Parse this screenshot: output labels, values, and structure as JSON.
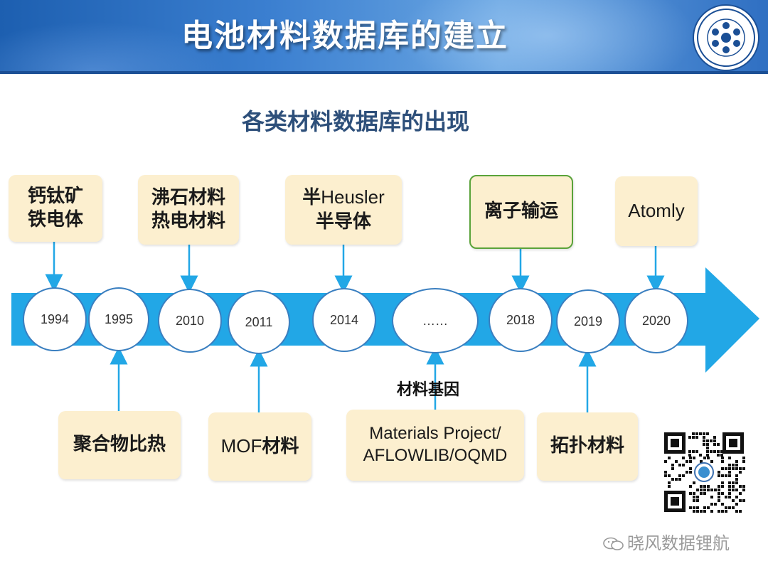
{
  "slide": {
    "title": "电池材料数据库的建立",
    "subtitle": "各类材料数据库的出现"
  },
  "timeline": {
    "years": [
      "1994",
      "1995",
      "2010",
      "2011",
      "2014",
      "……",
      "2018",
      "2019",
      "2020"
    ],
    "above": [
      {
        "year": "1994",
        "lines": [
          "钙钛矿",
          "铁电体"
        ]
      },
      {
        "year": "2010",
        "lines": [
          "沸石材料",
          "热电材料"
        ]
      },
      {
        "year": "2014",
        "line1_cjk": "半",
        "line1_latin": "Heusler",
        "line2": "半导体"
      },
      {
        "year": "2018",
        "lines": [
          "离子输运"
        ]
      },
      {
        "year": "2020",
        "lines": [
          "Atomly"
        ]
      }
    ],
    "below": [
      {
        "year": "1995",
        "lines": [
          "聚合物比热"
        ]
      },
      {
        "year": "2011",
        "latin": "MOF",
        "cjk": "材料"
      },
      {
        "year": "……",
        "label": "材料基因",
        "lines": [
          "Materials Project/",
          "AFLOWLIB/OQMD"
        ]
      },
      {
        "year": "2019",
        "lines": [
          "拓扑材料"
        ]
      }
    ]
  },
  "footer": {
    "watermark": "晓风数据锂航"
  },
  "colors": {
    "header_blue": "#2f6fc2",
    "arrow_blue": "#22a7e6",
    "box_fill": "#fcefcf",
    "box_border_green": "#5aa33a",
    "subtitle_color": "#2d4f7a"
  },
  "icons": [
    "cas-logo-icon",
    "qr-code-icon",
    "wechat-icon"
  ]
}
